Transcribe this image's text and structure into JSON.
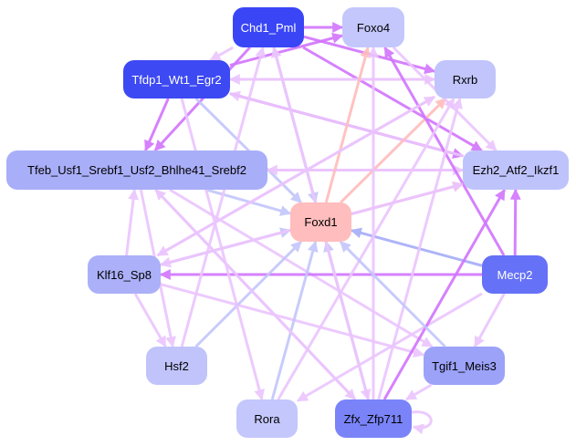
{
  "colors": {
    "strong_edge": "#d274fd",
    "weak_edge": "#ebc5fe",
    "blue_edge": "#c3c6fb",
    "dark_blue_edge": "#a5acf8",
    "pink_edge": "#ffbcbc"
  },
  "nodes": [
    {
      "id": "chd1",
      "label": "Chd1_Pml",
      "color": "#3a46f6",
      "text": "#ffffff"
    },
    {
      "id": "foxo4",
      "label": "Foxo4",
      "color": "#c4c7fc",
      "text": "#000000"
    },
    {
      "id": "tfdp1",
      "label": "Tfdp1_Wt1_Egr2",
      "color": "#3d49f2",
      "text": "#ffffff"
    },
    {
      "id": "rxrb",
      "label": "Rxrb",
      "color": "#c1c5fb",
      "text": "#000000"
    },
    {
      "id": "tfeb",
      "label": "Tfeb_Usf1_Srebf1_Usf2_Bhlhe41_Srebf2",
      "color": "#a9aef8",
      "text": "#000000"
    },
    {
      "id": "ezh2",
      "label": "Ezh2_Atf2_Ikzf1",
      "color": "#bfc3fb",
      "text": "#000000"
    },
    {
      "id": "foxd1",
      "label": "Foxd1",
      "color": "#ffbdbd",
      "text": "#000000"
    },
    {
      "id": "klf16",
      "label": "Klf16_Sp8",
      "color": "#abb0f8",
      "text": "#000000"
    },
    {
      "id": "mecp2",
      "label": "Mecp2",
      "color": "#6571f6",
      "text": "#ffffff"
    },
    {
      "id": "hsf2",
      "label": "Hsf2",
      "color": "#c0c4fb",
      "text": "#000000"
    },
    {
      "id": "tgif1",
      "label": "Tgif1_Meis3",
      "color": "#9ba2f8",
      "text": "#000000"
    },
    {
      "id": "rora",
      "label": "Rora",
      "color": "#c4c7fc",
      "text": "#000000"
    },
    {
      "id": "zfx",
      "label": "Zfx_Zfp711",
      "color": "#7a84f8",
      "text": "#000000"
    }
  ],
  "edges": [
    {
      "s": "chd1",
      "t": "foxo4",
      "k": "strong_edge"
    },
    {
      "s": "chd1",
      "t": "rxrb",
      "k": "strong_edge"
    },
    {
      "s": "chd1",
      "t": "ezh2",
      "k": "strong_edge"
    },
    {
      "s": "chd1",
      "t": "tfeb",
      "k": "strong_edge"
    },
    {
      "s": "chd1",
      "t": "tfdp1",
      "k": "weak_edge"
    },
    {
      "s": "chd1",
      "t": "foxd1",
      "k": "blue_edge"
    },
    {
      "s": "tfdp1",
      "t": "foxo4",
      "k": "strong_edge"
    },
    {
      "s": "tfdp1",
      "t": "tfeb",
      "k": "strong_edge"
    },
    {
      "s": "tfdp1",
      "t": "ezh2",
      "k": "strong_edge"
    },
    {
      "s": "tfdp1",
      "t": "rxrb",
      "k": "weak_edge"
    },
    {
      "s": "tfdp1",
      "t": "foxd1",
      "k": "blue_edge"
    },
    {
      "s": "rxrb",
      "t": "tfdp1",
      "k": "weak_edge"
    },
    {
      "s": "ezh2",
      "t": "tfdp1",
      "k": "weak_edge"
    },
    {
      "s": "tfeb",
      "t": "ezh2",
      "k": "weak_edge"
    },
    {
      "s": "ezh2",
      "t": "tfeb",
      "k": "weak_edge"
    },
    {
      "s": "tfeb",
      "t": "foxd1",
      "k": "blue_edge"
    },
    {
      "s": "tfeb",
      "t": "hsf2",
      "k": "weak_edge"
    },
    {
      "s": "tfeb",
      "t": "zfx",
      "k": "weak_edge"
    },
    {
      "s": "tfeb",
      "t": "tgif1",
      "k": "weak_edge"
    },
    {
      "s": "foxd1",
      "t": "foxo4",
      "k": "pink_edge"
    },
    {
      "s": "foxd1",
      "t": "rxrb",
      "k": "pink_edge"
    },
    {
      "s": "foxd1",
      "t": "ezh2",
      "k": "pink_edge"
    },
    {
      "s": "klf16",
      "t": "foxd1",
      "k": "blue_edge"
    },
    {
      "s": "klf16",
      "t": "tfeb",
      "k": "weak_edge"
    },
    {
      "s": "klf16",
      "t": "hsf2",
      "k": "weak_edge"
    },
    {
      "s": "klf16",
      "t": "tgif1",
      "k": "weak_edge"
    },
    {
      "s": "klf16",
      "t": "ezh2",
      "k": "weak_edge"
    },
    {
      "s": "klf16",
      "t": "rxrb",
      "k": "weak_edge"
    },
    {
      "s": "mecp2",
      "t": "klf16",
      "k": "strong_edge"
    },
    {
      "s": "mecp2",
      "t": "foxo4",
      "k": "strong_edge"
    },
    {
      "s": "mecp2",
      "t": "ezh2",
      "k": "strong_edge"
    },
    {
      "s": "mecp2",
      "t": "foxd1",
      "k": "dark_blue_edge"
    },
    {
      "s": "mecp2",
      "t": "tgif1",
      "k": "weak_edge"
    },
    {
      "s": "mecp2",
      "t": "rora",
      "k": "weak_edge"
    },
    {
      "s": "hsf2",
      "t": "foxd1",
      "k": "blue_edge"
    },
    {
      "s": "hsf2",
      "t": "chd1",
      "k": "weak_edge"
    },
    {
      "s": "rora",
      "t": "foxd1",
      "k": "blue_edge"
    },
    {
      "s": "rora",
      "t": "rxrb",
      "k": "weak_edge"
    },
    {
      "s": "zfx",
      "t": "foxd1",
      "k": "blue_edge"
    },
    {
      "s": "zfx",
      "t": "ezh2",
      "k": "strong_edge"
    },
    {
      "s": "zfx",
      "t": "rxrb",
      "k": "weak_edge"
    },
    {
      "s": "zfx",
      "t": "foxo4",
      "k": "weak_edge"
    },
    {
      "s": "zfx",
      "t": "chd1",
      "k": "weak_edge"
    },
    {
      "s": "zfx",
      "t": "tfeb",
      "k": "weak_edge"
    },
    {
      "s": "tgif1",
      "t": "foxd1",
      "k": "blue_edge"
    },
    {
      "s": "tgif1",
      "t": "zfx",
      "k": "weak_edge"
    },
    {
      "s": "foxo4",
      "t": "ezh2",
      "k": "weak_edge"
    },
    {
      "s": "rxrb",
      "t": "klf16",
      "k": "weak_edge"
    },
    {
      "s": "ezh2",
      "t": "klf16",
      "k": "weak_edge"
    },
    {
      "s": "tfdp1",
      "t": "rora",
      "k": "weak_edge"
    },
    {
      "s": "chd1",
      "t": "zfx",
      "k": "weak_edge"
    },
    {
      "s": "zfx",
      "t": "zfx",
      "k": "weak_edge"
    }
  ]
}
